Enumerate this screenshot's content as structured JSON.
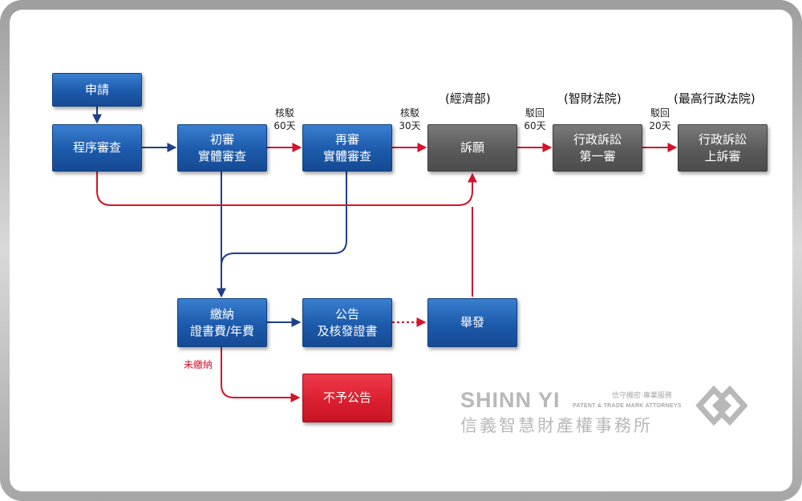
{
  "boxes": {
    "apply": "申請",
    "procedural": "程序審查",
    "first_exam_l1": "初審",
    "first_exam_l2": "實體審查",
    "reexam_l1": "再審",
    "reexam_l2": "實體審查",
    "petition": "訴願",
    "admin_first_l1": "行政訴訟",
    "admin_first_l2": "第一審",
    "admin_appeal_l1": "行政訴訟",
    "admin_appeal_l2": "上訴審",
    "pay_l1": "繳納",
    "pay_l2": "證書費/年費",
    "publish_l1": "公告",
    "publish_l2": "及核發證書",
    "invalidation": "舉發",
    "no_publish": "不予公告"
  },
  "labels": {
    "reject1_a": "核駁",
    "reject1_b": "60天",
    "reject2_a": "核駁",
    "reject2_b": "30天",
    "dismiss1_a": "駁回",
    "dismiss1_b": "60天",
    "dismiss2_a": "駁回",
    "dismiss2_b": "20天",
    "unpaid": "未繳納"
  },
  "authorities": {
    "moea": "(經濟部)",
    "ip_court": "(智財法院)",
    "supreme_admin": "(最高行政法院)"
  },
  "logo": {
    "name_en": "SHINN YI",
    "tagline": "信守機密‧專業服務",
    "subtitle": "PATENT & TRADE MARK ATTORNEYS",
    "name_zh": "信義智慧財產權事務所"
  },
  "colors": {
    "blue_box": "#1c5aab",
    "gray_box": "#5a5a5a",
    "red_box": "#db1f30",
    "blue_arrow": "#1f3f8a",
    "red_arrow": "#d3142a"
  }
}
